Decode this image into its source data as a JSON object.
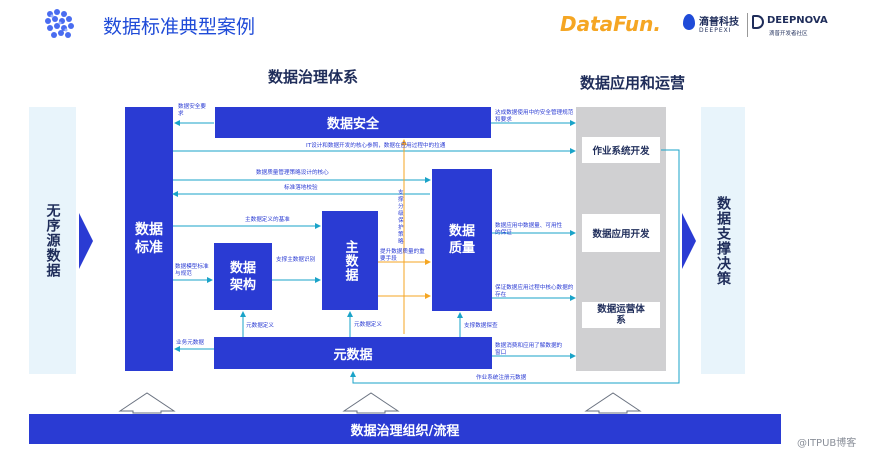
{
  "header": {
    "title": "数据标准典型案例",
    "logo_datafun": "DataFun.",
    "logo_didi_cn": "滴普科技",
    "logo_didi_en": "DEEPEXI",
    "logo_deepnova": "DEEPNOVA",
    "logo_deepnova_sub": "滴普开发者社区"
  },
  "sections": {
    "governance_title": "数据治理体系",
    "application_title": "数据应用和运营"
  },
  "left_source": "无序源数据",
  "right_decision": "数据支撑决策",
  "boxes": {
    "data_standard": "数据标准",
    "data_security": "数据安全",
    "data_architecture": "数据架构",
    "master_data": "主数据",
    "data_quality": "数据质量",
    "metadata": "元数据",
    "org_process": "数据治理组织/流程"
  },
  "application": {
    "dev_system": "作业系统开发",
    "dev_application": "数据应用开发",
    "operation_system": "数据运营体系"
  },
  "labels": {
    "security_req": "数据安全要求",
    "it_design": "IT设计和数据开发的核心参照，数据在应用过程中的拉通",
    "quality_strategy": "数据质量管理策略设计的核心",
    "standard_check": "标准落地校验",
    "master_definition": "主数据定义的基准",
    "model_standard": "数据模型标准与规范",
    "support_master": "支撑主数据识别",
    "classification_support": "支撑分级保护策略",
    "quality_improve": "提升数据质量的重要手段",
    "metadata_def_1": "元数据定义",
    "metadata_def_2": "元数据定义",
    "support_explore": "支撑数据探查",
    "business_metadata": "业务元数据",
    "security_compliance": "达成数据使用中的安全管理规范和要求",
    "quality_usable": "数据应用中数据量、可用性的保证",
    "quality_core": "保证数据应用过程中核心数据的存在",
    "consumption_entry": "数据消费和应用了解数据的窗口",
    "registration": "作业系统注册元数据"
  },
  "watermark": "@ITPUB博客",
  "colors": {
    "primary_blue": "#2a3bd3",
    "cyan_arrow": "#1aa3c8",
    "orange_arrow": "#f5a623",
    "pale_blue": "#e8f4fb",
    "gray_panel": "#d0d0d2"
  }
}
